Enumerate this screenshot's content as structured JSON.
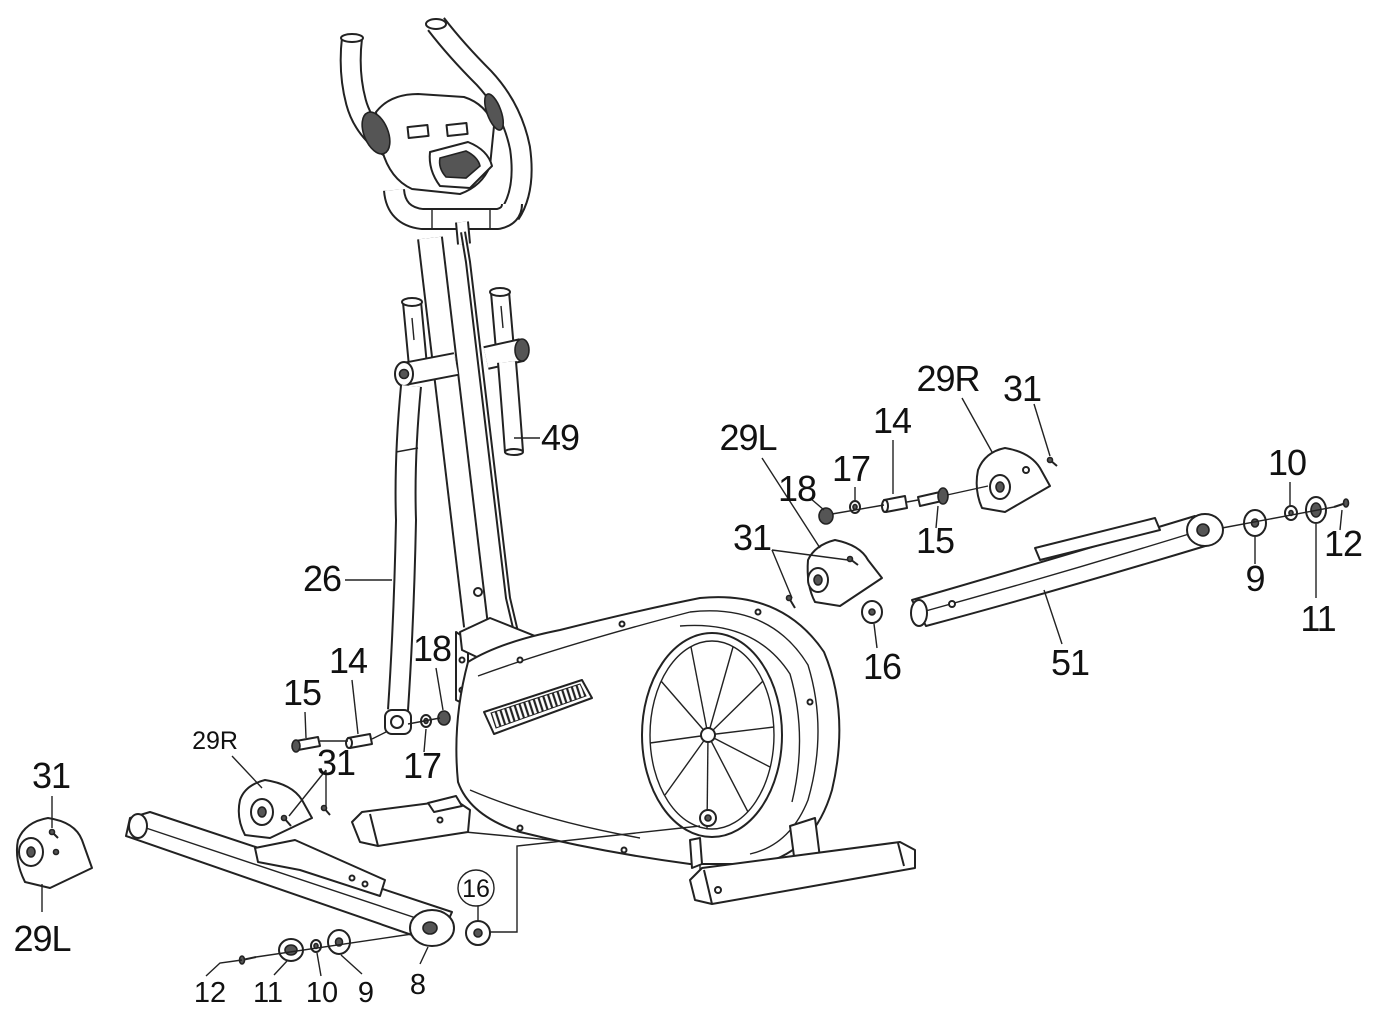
{
  "colors": {
    "line": "#222222",
    "background": "#ffffff"
  },
  "callouts": [
    "29R",
    "31",
    "14",
    "29L",
    "17",
    "18",
    "49",
    "10",
    "31",
    "15",
    "12",
    "9",
    "26",
    "11",
    "51",
    "16",
    "14",
    "18",
    "15",
    "29R",
    "31",
    "17",
    "31",
    "16",
    "29L",
    "12",
    "11",
    "10",
    "9",
    "8"
  ]
}
